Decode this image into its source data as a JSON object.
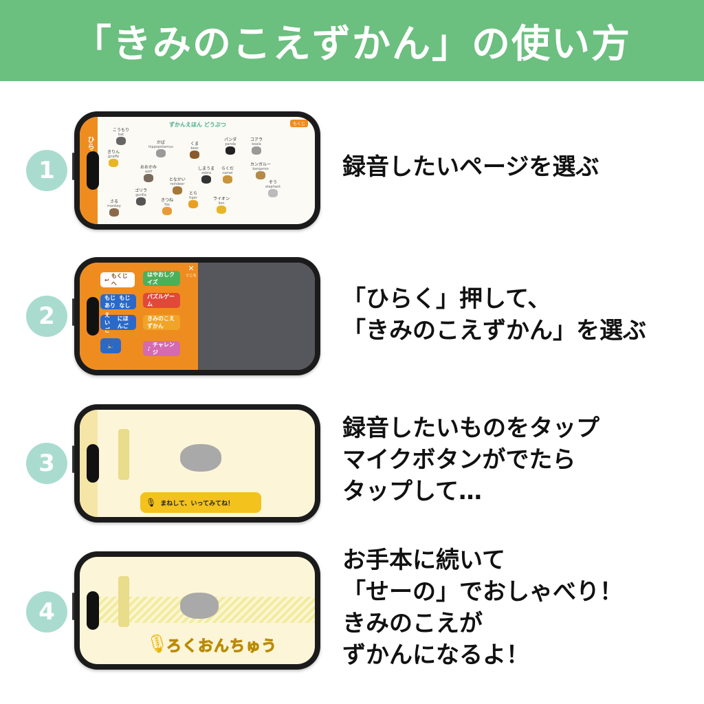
{
  "header": {
    "title": "「きみのこえずかん」の使い方"
  },
  "colors": {
    "header_bg": "#6bbf7f",
    "step_circle": "#a9dccf",
    "side_tab": "#ef8c1f",
    "mic_bar": "#f3c21c"
  },
  "steps": [
    {
      "number": "1",
      "instruction_lines": [
        "録音したいページを選ぶ"
      ],
      "screen": {
        "page_title": "ずかんえほん どうぶつ",
        "corner_badge": "もくじ",
        "side_tab_label": "ひらく",
        "animals": [
          {
            "jp": "こうもり",
            "en": "bat"
          },
          {
            "jp": "きりん",
            "en": "giraffe"
          },
          {
            "jp": "かば",
            "en": "hippopotamus"
          },
          {
            "jp": "くま",
            "en": "bear"
          },
          {
            "jp": "パンダ",
            "en": "panda"
          },
          {
            "jp": "コアラ",
            "en": "koala"
          },
          {
            "jp": "おおかみ",
            "en": "wolf"
          },
          {
            "jp": "となかい",
            "en": "reindeer"
          },
          {
            "jp": "しまうま",
            "en": "zebra"
          },
          {
            "jp": "らくだ",
            "en": "camel"
          },
          {
            "jp": "カンガルー",
            "en": "kangaroo"
          },
          {
            "jp": "ゴリラ",
            "en": "gorilla"
          },
          {
            "jp": "ぞう",
            "en": "elephant"
          },
          {
            "jp": "きつね",
            "en": "fox"
          },
          {
            "jp": "とら",
            "en": "tiger"
          },
          {
            "jp": "さる",
            "en": "monkey"
          },
          {
            "jp": "ライオン",
            "en": "lion"
          }
        ]
      }
    },
    {
      "number": "2",
      "instruction_lines": [
        "「ひらく」押して、",
        "「きみのこえずかん」を選ぶ"
      ],
      "screen": {
        "menu": {
          "back": "もくじへ",
          "close": "とじる",
          "toggle_a_on": "もじあり",
          "toggle_a_off": "もじなし",
          "toggle_b_on": "えいご",
          "toggle_b_off": "にほんご",
          "quiz": "はやおしクイズ",
          "puzzle": "パズルゲーム",
          "voice_book": "きみのこえずかん",
          "challenge": "チャレンジ"
        }
      }
    },
    {
      "number": "3",
      "instruction_lines": [
        "録音したいものをタップ",
        "マイクボタンがでたら",
        "タップして…"
      ],
      "screen": {
        "mic_prompt": "まねして、いってみてね！"
      }
    },
    {
      "number": "4",
      "instruction_lines": [
        "お手本に続いて",
        "「せーの」でおしゃべり！",
        "きみのこえが",
        "ずかんになるよ！"
      ],
      "screen": {
        "recording_label": "ろくおんちゅう"
      }
    }
  ]
}
